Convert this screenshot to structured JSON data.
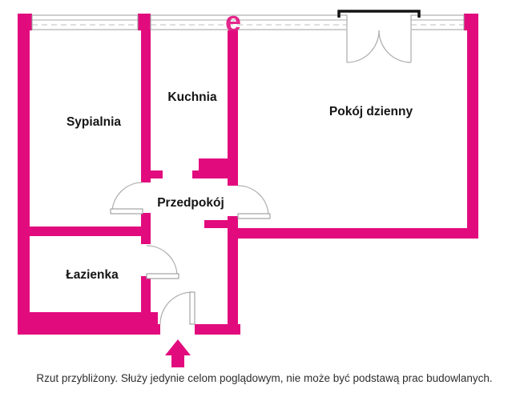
{
  "rooms": {
    "sypialnia": "Sypialnia",
    "kuchnia": "Kuchnia",
    "pokoj_dzienny": "Pokój dzienny",
    "przedpokoj": "Przedpokój",
    "lazienka": "Łazienka"
  },
  "caption": "Rzut przybliżony. Służy jedynie celom poglądowym, nie może być podstawą prac budowlanych.",
  "watermark": "e",
  "colors": {
    "wall": "#e20b7e",
    "door": "#9c9c9c",
    "arc": "#b0b0b0",
    "text": "#141414",
    "caption": "#2e2e2e",
    "balcony": "#141414"
  }
}
